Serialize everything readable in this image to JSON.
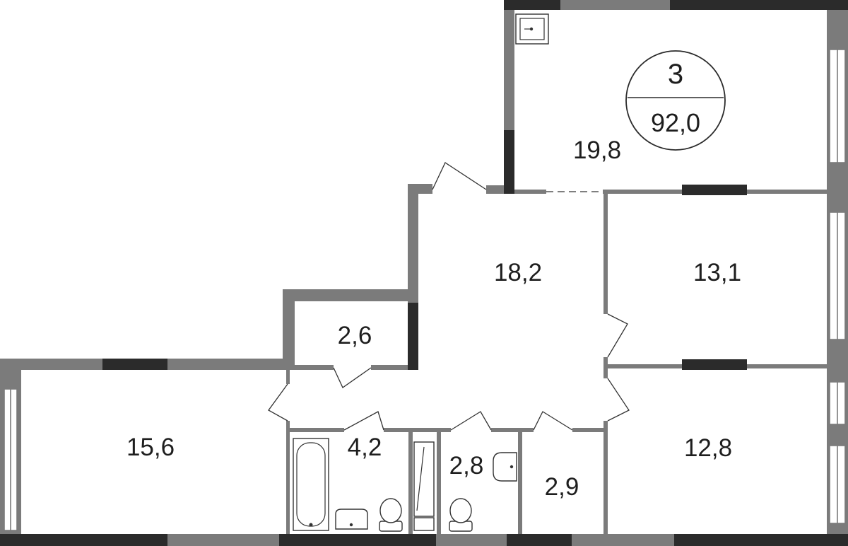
{
  "plan": {
    "badge": {
      "rooms": "3",
      "total_area": "92,0"
    },
    "rooms": [
      {
        "id": "room-top-right",
        "area": "19,8"
      },
      {
        "id": "hall",
        "area": "18,2"
      },
      {
        "id": "bedroom-mid-right",
        "area": "13,1"
      },
      {
        "id": "storage",
        "area": "2,6"
      },
      {
        "id": "bedroom-left",
        "area": "15,6"
      },
      {
        "id": "bathroom",
        "area": "4,2"
      },
      {
        "id": "toilet",
        "area": "2,8"
      },
      {
        "id": "closet",
        "area": "2,9"
      },
      {
        "id": "bedroom-bottom-right",
        "area": "12,8"
      }
    ]
  }
}
